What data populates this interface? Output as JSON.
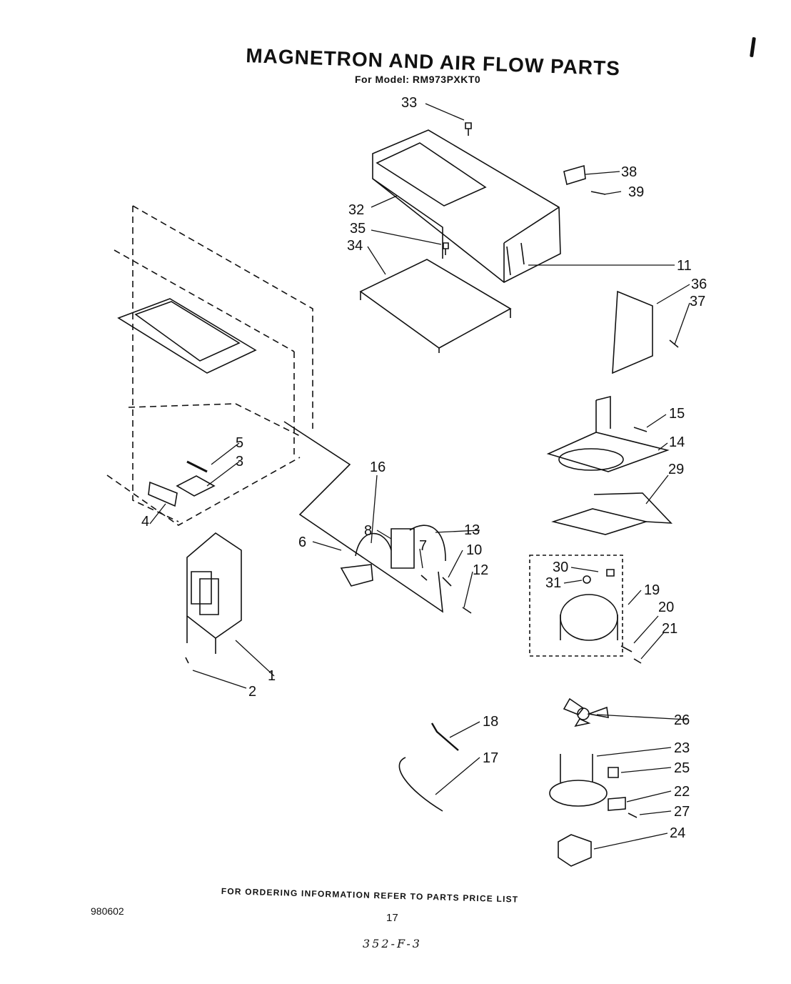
{
  "header": {
    "title": "MAGNETRON AND AIR FLOW PARTS",
    "model_line": "For Model: RM973PXKT0"
  },
  "callouts": [
    "33",
    "38",
    "39",
    "32",
    "35",
    "34",
    "11",
    "36",
    "37",
    "15",
    "14",
    "29",
    "5",
    "3",
    "4",
    "16",
    "8",
    "13",
    "6",
    "7",
    "10",
    "12",
    "30",
    "31",
    "19",
    "20",
    "21",
    "1",
    "2",
    "18",
    "26",
    "23",
    "17",
    "25",
    "22",
    "27",
    "24"
  ],
  "footer": {
    "ordering_note": "FOR ORDERING INFORMATION REFER TO PARTS PRICE LIST",
    "doc_number": "980602",
    "page_number": "17",
    "handwritten_code": "352-F-3"
  }
}
